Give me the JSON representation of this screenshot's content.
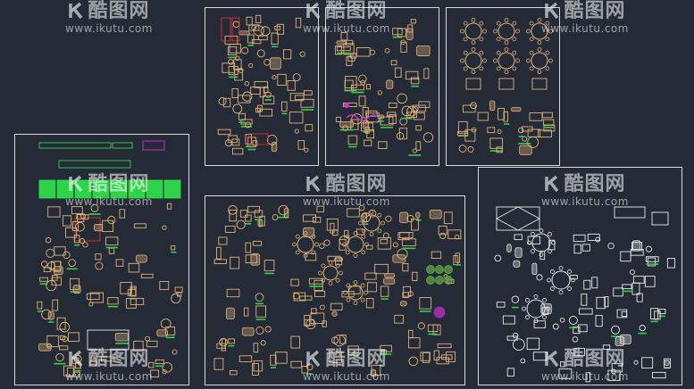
{
  "window": {
    "title": "CAD furniture block library"
  },
  "watermark": {
    "brand": "酷图网",
    "url": "www.ikutu.com",
    "logo_icon": "k-logo-icon"
  },
  "colors": {
    "background": "#252b36",
    "frame": "#d8d8d8",
    "furniture": "#e0b27a",
    "accent_red": "#e03030",
    "accent_green": "#2fd34a",
    "accent_magenta": "#d030d0",
    "accent_purple": "#8c3cd8",
    "accent_white": "#e8e8e8",
    "accent_olive": "#7fa040"
  }
}
